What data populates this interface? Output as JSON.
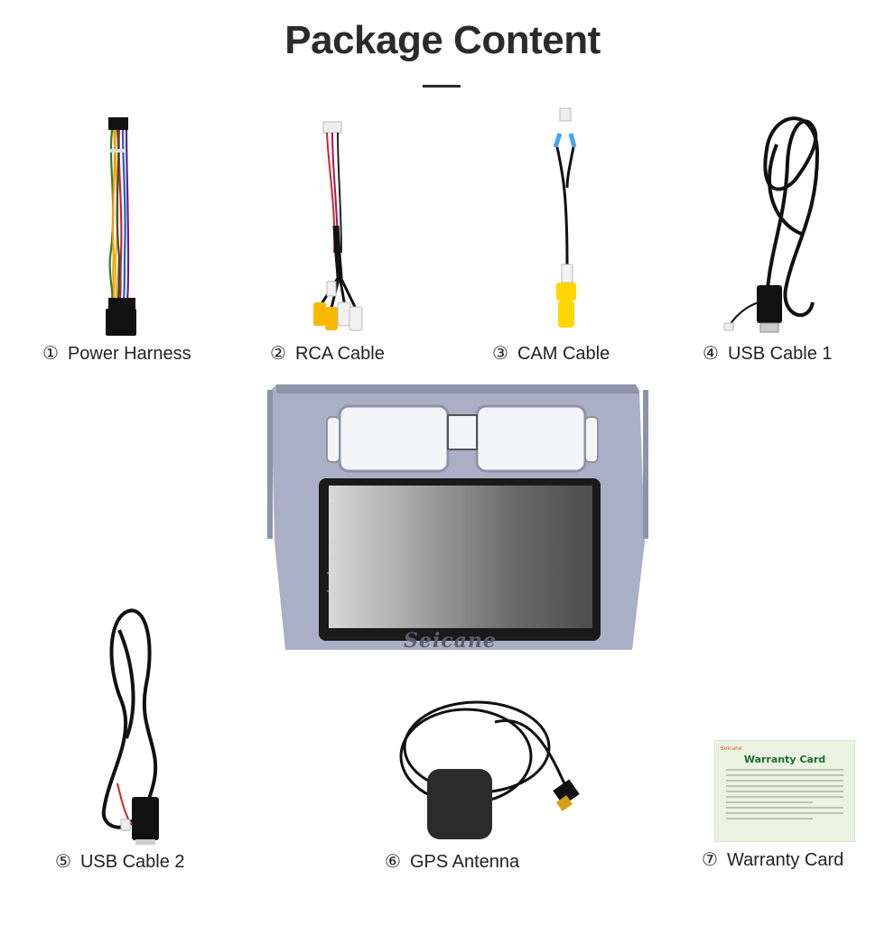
{
  "header": {
    "title": "Package Content"
  },
  "items": [
    {
      "num": "①",
      "label": "Power Harness"
    },
    {
      "num": "②",
      "label": "RCA Cable"
    },
    {
      "num": "③",
      "label": "CAM Cable"
    },
    {
      "num": "④",
      "label": "USB Cable 1"
    },
    {
      "num": "⑤",
      "label": "USB Cable 2"
    },
    {
      "num": "⑥",
      "label": "GPS Antenna"
    },
    {
      "num": "⑦",
      "label": "Warranty Card"
    }
  ],
  "head_unit": {
    "brand": "Seicane"
  },
  "warranty_card": {
    "brand": "Seicane",
    "title": "Warranty Card"
  },
  "colors": {
    "title": "#2b2b2b",
    "frame": "#a9afc4",
    "screen_bezel": "#1a1a1a",
    "card_bg": "#eaf3e2",
    "card_title": "#1f6b2f"
  }
}
